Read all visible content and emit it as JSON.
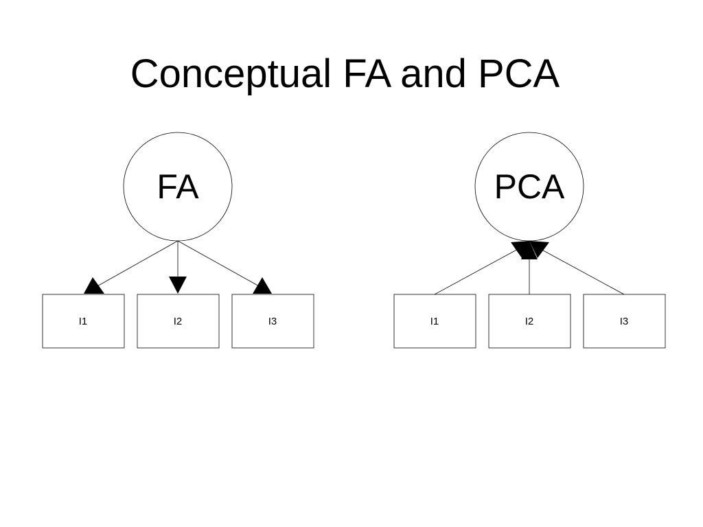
{
  "slide": {
    "title": "Conceptual FA and PCA"
  },
  "diagrams": [
    {
      "latent_label": "FA",
      "direction": "latent-to-indicators",
      "indicators": [
        "I1",
        "I2",
        "I3"
      ]
    },
    {
      "latent_label": "PCA",
      "direction": "indicators-to-component",
      "indicators": [
        "I1",
        "I2",
        "I3"
      ]
    }
  ],
  "colors": {
    "stroke": "#000000",
    "fill": "#ffffff",
    "arrowhead": "#000000"
  }
}
